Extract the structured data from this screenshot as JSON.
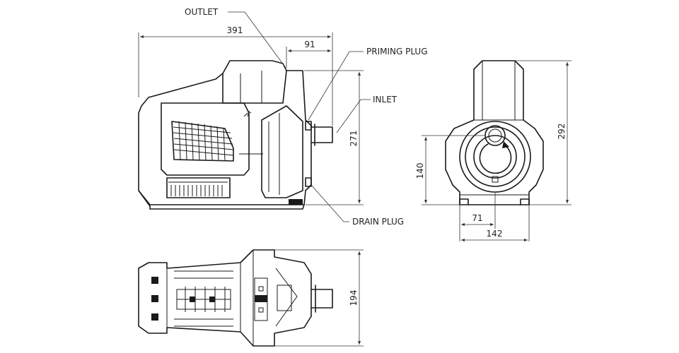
{
  "callouts": {
    "outlet": "OUTLET",
    "priming_plug": "PRIMING PLUG",
    "inlet": "INLET",
    "drain_plug": "DRAIN PLUG"
  },
  "dimensions": {
    "overall_length": "391",
    "outlet_offset": "91",
    "side_height": "271",
    "front_height": "292",
    "inlet_center_height": "140",
    "half_base_width": "71",
    "base_width": "142",
    "top_view_width": "194"
  }
}
